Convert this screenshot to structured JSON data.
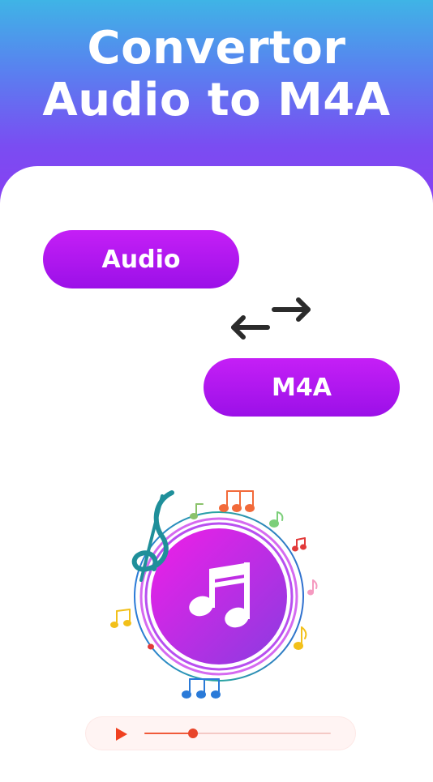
{
  "hero": {
    "title_line1": "Convertor",
    "title_line2": "Audio to M4A"
  },
  "converter": {
    "source_label": "Audio",
    "target_label": "M4A",
    "swap_icon": "swap-arrows-icon"
  },
  "art": {
    "icon": "music-note-icon"
  },
  "player": {
    "play_icon": "play-icon",
    "progress": 0.26
  },
  "colors": {
    "header_top": "#3fb4e6",
    "header_bottom": "#8a3df3",
    "pill": "#b218f0",
    "player_accent": "#f05a3a"
  }
}
